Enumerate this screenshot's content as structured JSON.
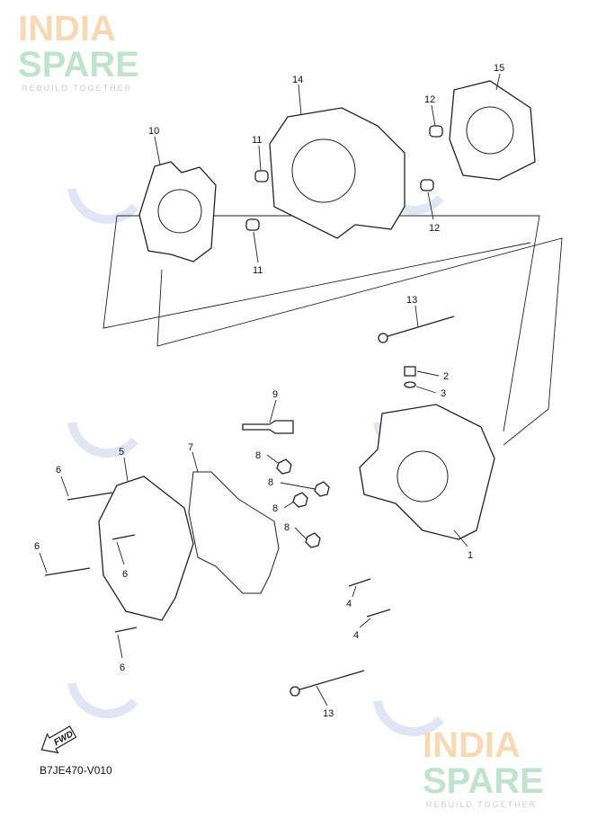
{
  "diagram_code": "B7JE470-V010",
  "fwd_label": "FWD",
  "watermark": {
    "line1": "INDIA",
    "line2": "SPARE",
    "tagline": "REBUILD TOGETHER"
  },
  "callouts": {
    "c14": "14",
    "c15": "15",
    "c10": "10",
    "c11a": "11",
    "c12a": "12",
    "c12b": "12",
    "c11b": "11",
    "c13a": "13",
    "c2": "2",
    "c3": "3",
    "c9": "9",
    "c5": "5",
    "c7": "7",
    "c6a": "6",
    "c8a": "8",
    "c8b": "8",
    "c8c": "8",
    "c8d": "8",
    "c6b": "6",
    "c6c": "6",
    "c1": "1",
    "c4a": "4",
    "c4b": "4",
    "c6d": "6",
    "c13b": "13"
  }
}
